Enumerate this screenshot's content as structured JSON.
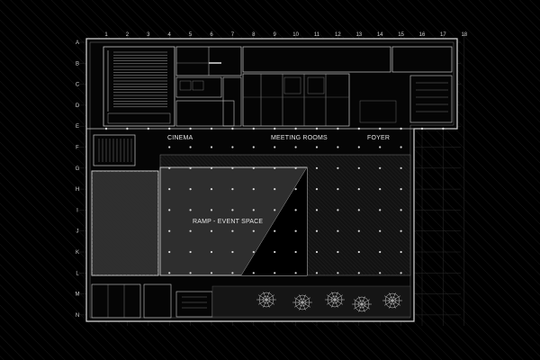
{
  "plan": {
    "grid": {
      "columns": [
        "1",
        "2",
        "3",
        "4",
        "5",
        "6",
        "7",
        "8",
        "9",
        "10",
        "11",
        "12",
        "13",
        "14",
        "15",
        "16",
        "17",
        "18"
      ],
      "rows": [
        "A",
        "B",
        "C",
        "D",
        "E",
        "F",
        "G",
        "H",
        "I",
        "J",
        "K",
        "L",
        "M",
        "N"
      ]
    },
    "zones": {
      "cinema": "CINEMA",
      "meeting_rooms": "MEETING ROOMS",
      "foyer": "FOYER",
      "ramp_event_space": "RAMP - EVENT SPACE"
    },
    "colors": {
      "background": "#000000",
      "lines": "#d0d0d0",
      "grid": "#2a2a2a",
      "hatch": "#1a1a1a",
      "void": "#3a3a3a",
      "ramp": "#5e5e5e"
    }
  }
}
